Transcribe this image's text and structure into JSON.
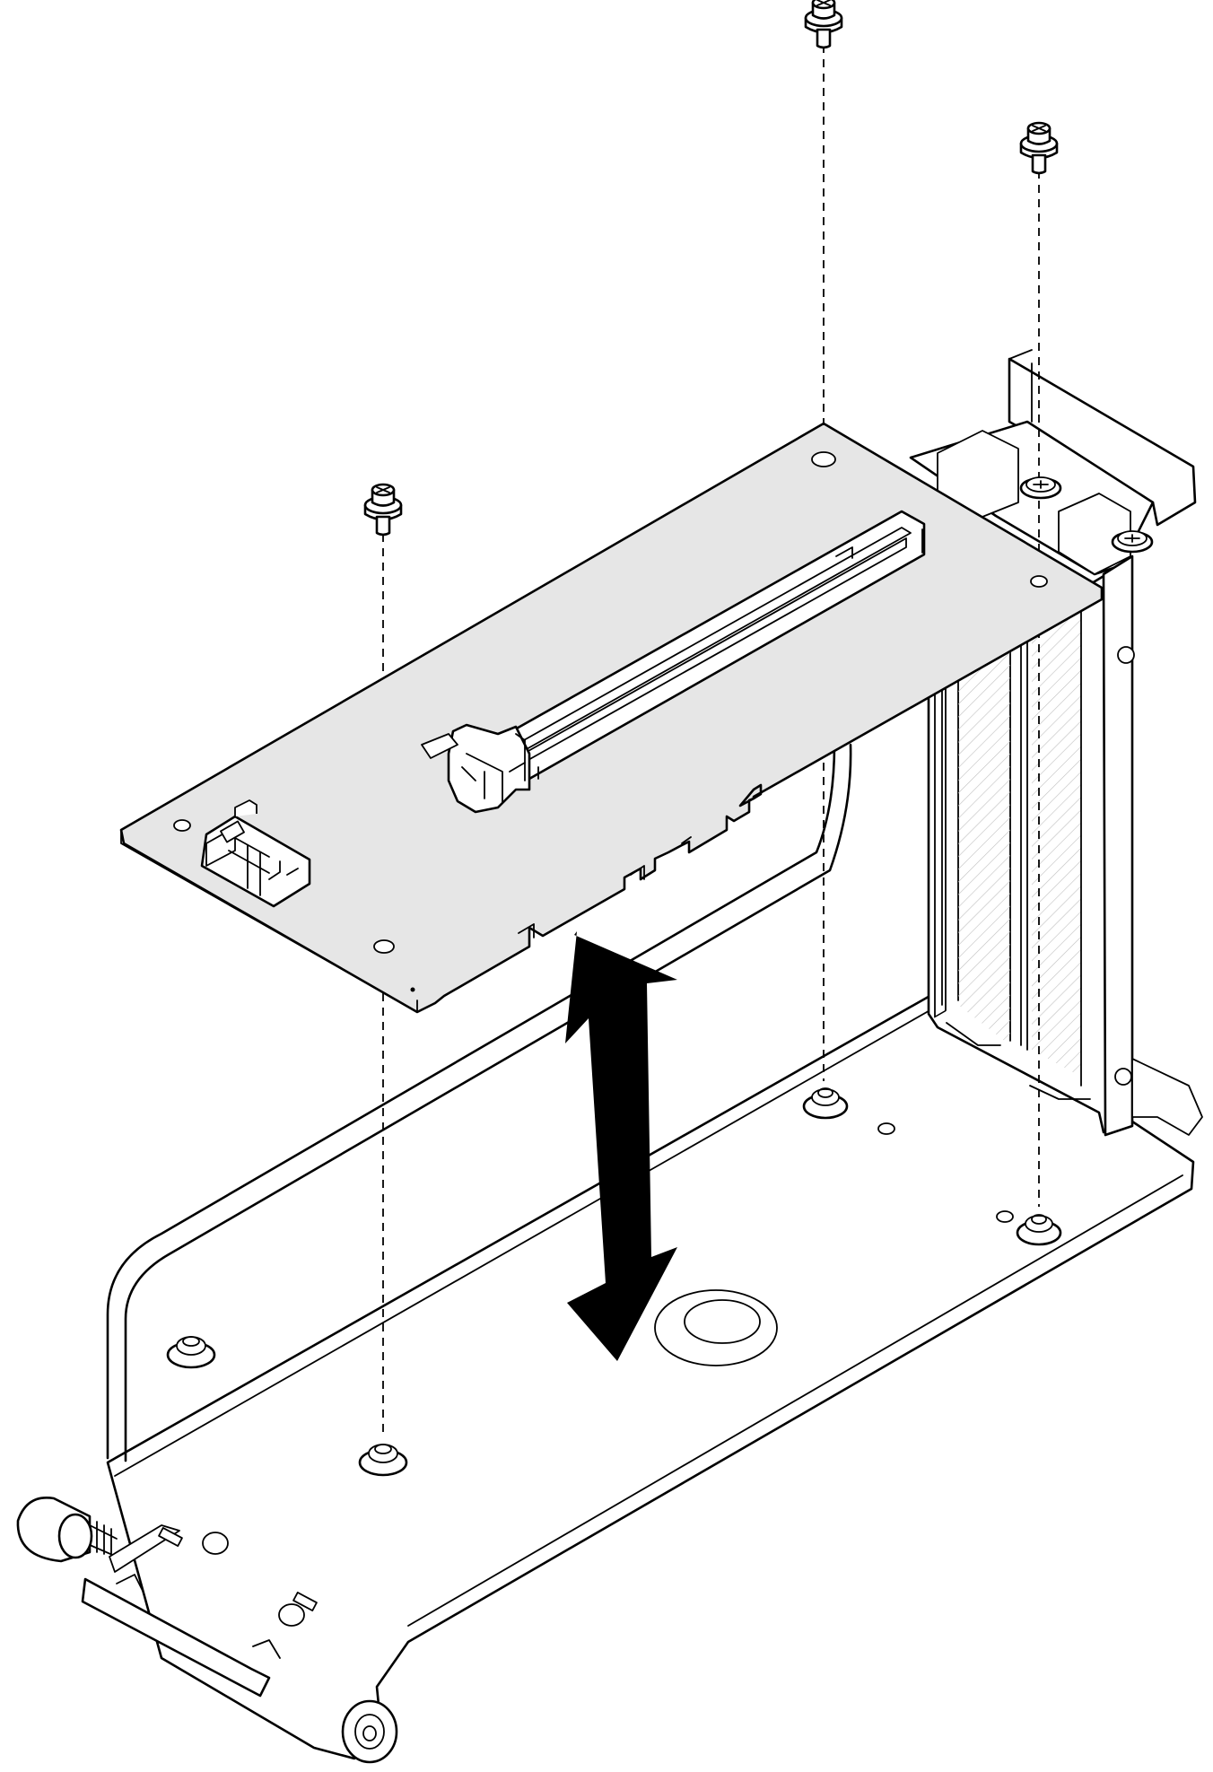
{
  "diagram": {
    "components": [
      "riser-card",
      "riser-cage",
      "screws"
    ],
    "screw_count": 3,
    "action": "remove-install-vertical",
    "colors": {
      "board_fill": "#e6e6e6",
      "line": "#000000",
      "arrow": "#000000",
      "background": "#ffffff"
    }
  }
}
